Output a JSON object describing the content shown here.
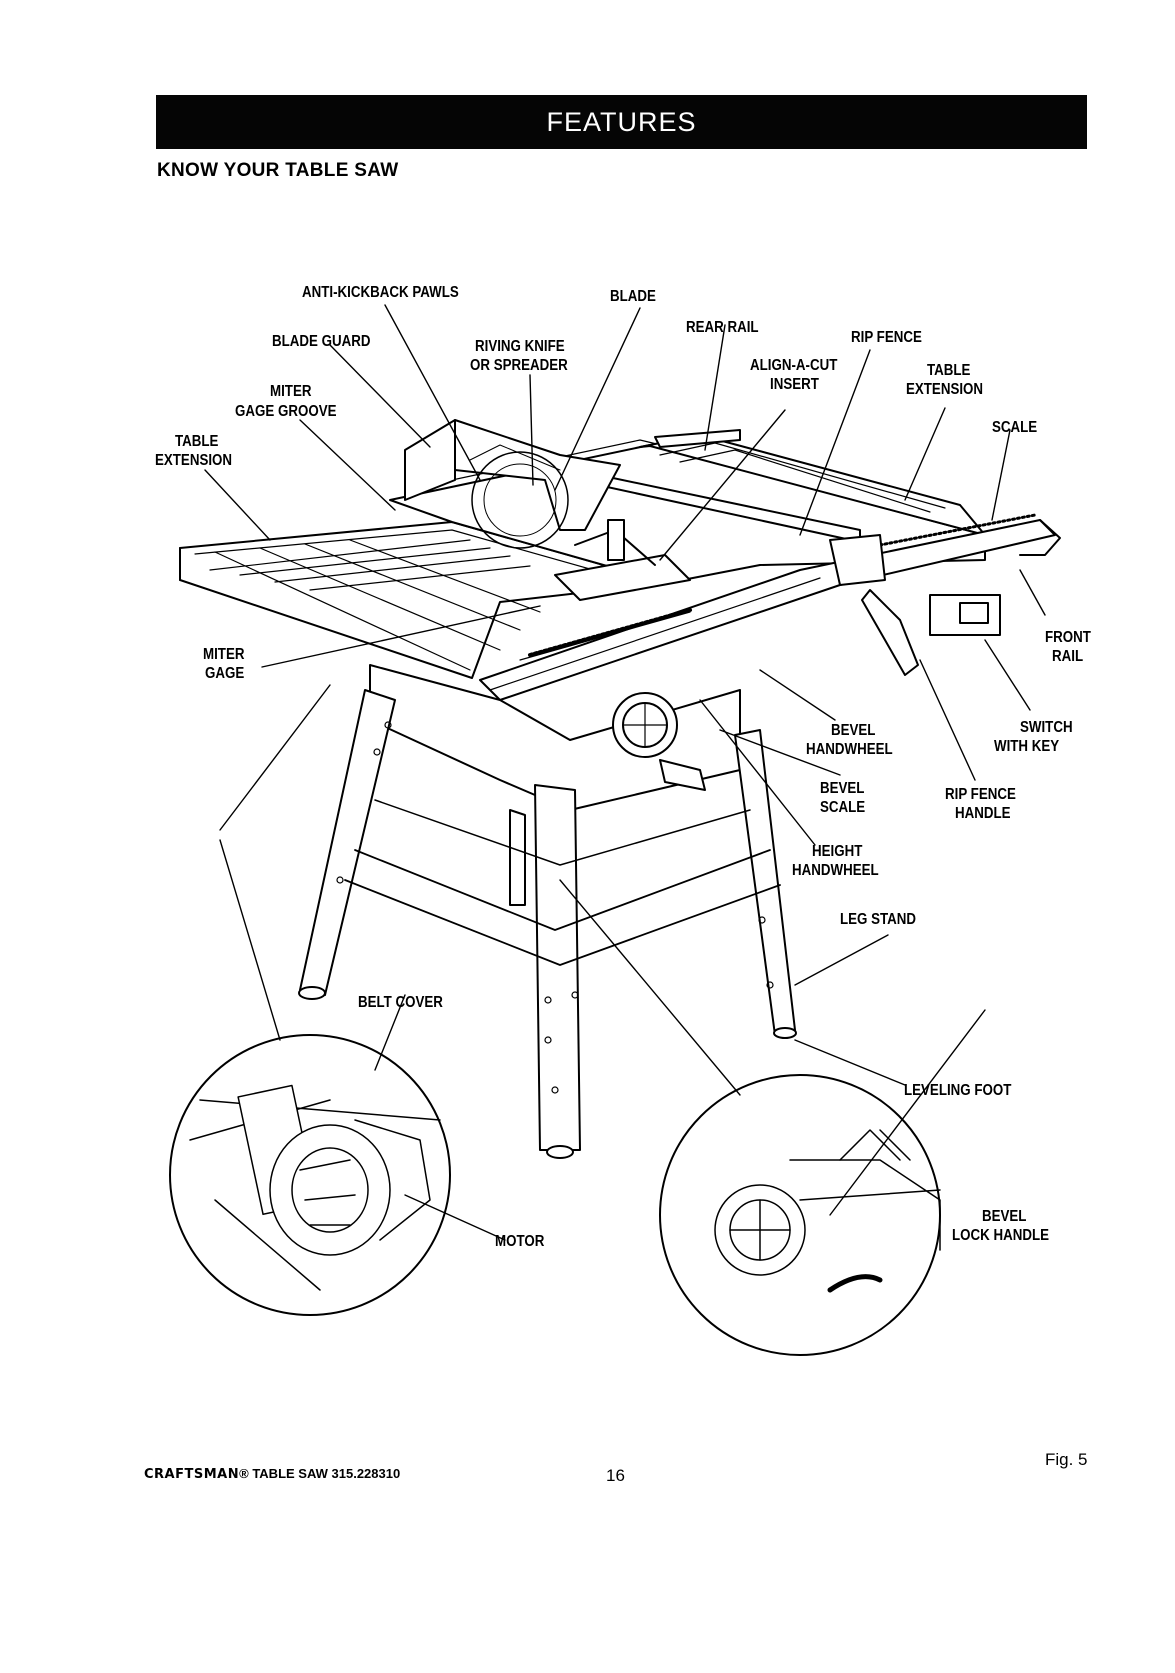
{
  "header": {
    "title": "FEATURES"
  },
  "subtitle": "KNOW YOUR TABLE SAW",
  "labels": {
    "anti_kickback": "ANTI-KICKBACK PAWLS",
    "blade": "BLADE",
    "blade_guard": "BLADE GUARD",
    "riving_knife_1": "RIVING KNIFE",
    "riving_knife_2": "OR SPREADER",
    "rear_rail": "REAR RAIL",
    "rip_fence": "RIP FENCE",
    "align_1": "ALIGN-A-CUT",
    "align_2": "INSERT",
    "table_ext_r1": "TABLE",
    "table_ext_r2": "EXTENSION",
    "miter_groove_1": "MITER",
    "miter_groove_2": "GAGE GROOVE",
    "table_ext_l1": "TABLE",
    "table_ext_l2": "EXTENSION",
    "scale": "SCALE",
    "front_rail_1": "FRONT",
    "front_rail_2": "RAIL",
    "miter_gage_1": "MITER",
    "miter_gage_2": "GAGE",
    "switch_1": "SWITCH",
    "switch_2": "WITH  KEY",
    "bevel_hw_1": "BEVEL",
    "bevel_hw_2": "HANDWHEEL",
    "bevel_scale_1": "BEVEL",
    "bevel_scale_2": "SCALE",
    "rip_handle_1": "RIP FENCE",
    "rip_handle_2": "HANDLE",
    "height_hw_1": "HEIGHT",
    "height_hw_2": "HANDWHEEL",
    "leg_stand": "LEG STAND",
    "belt_cover": "BELT COVER",
    "leveling_foot": "LEVELING FOOT",
    "motor": "MOTOR",
    "bevel_lock_1": "BEVEL",
    "bevel_lock_2": "LOCK HANDLE"
  },
  "footer": {
    "brand": "CRAFTSMAN",
    "reg": "®",
    "model": " TABLE SAW 315.228310",
    "page": "16",
    "fig": "Fig. 5"
  }
}
